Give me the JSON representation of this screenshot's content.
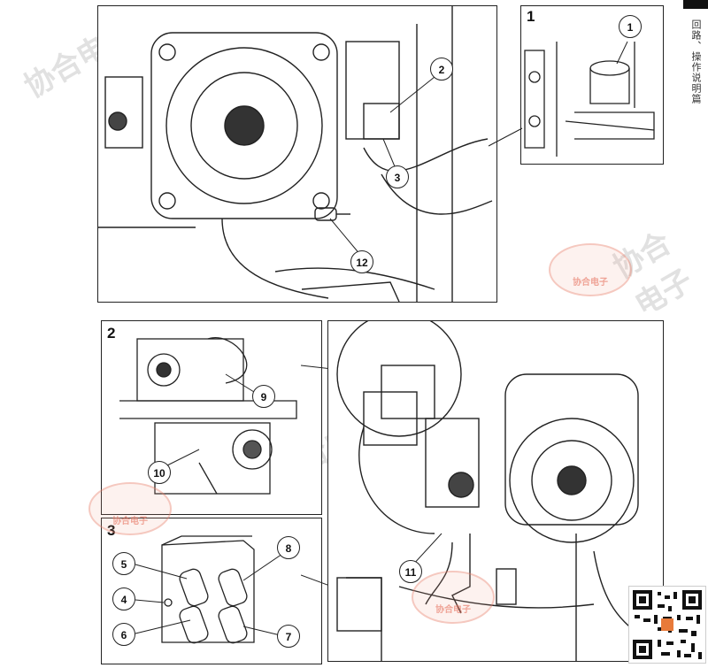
{
  "side": {
    "text": "回路、操作说明篇"
  },
  "watermark": {
    "text": "协合电子"
  },
  "logo": {
    "text": "协合电子"
  },
  "panels": {
    "main": {
      "callouts": [
        "2",
        "3",
        "12"
      ]
    },
    "p1": {
      "number": "1",
      "callouts": [
        "1"
      ]
    },
    "p2": {
      "number": "2",
      "callouts": [
        "9",
        "10"
      ]
    },
    "p3": {
      "number": "3",
      "callouts": [
        "5",
        "8",
        "4",
        "6",
        "7"
      ]
    },
    "bottom_right": {
      "callouts": [
        "11"
      ]
    }
  },
  "colors": {
    "line": "#222222",
    "watermark": "#c8c8c8",
    "logo": "#e8735a"
  }
}
